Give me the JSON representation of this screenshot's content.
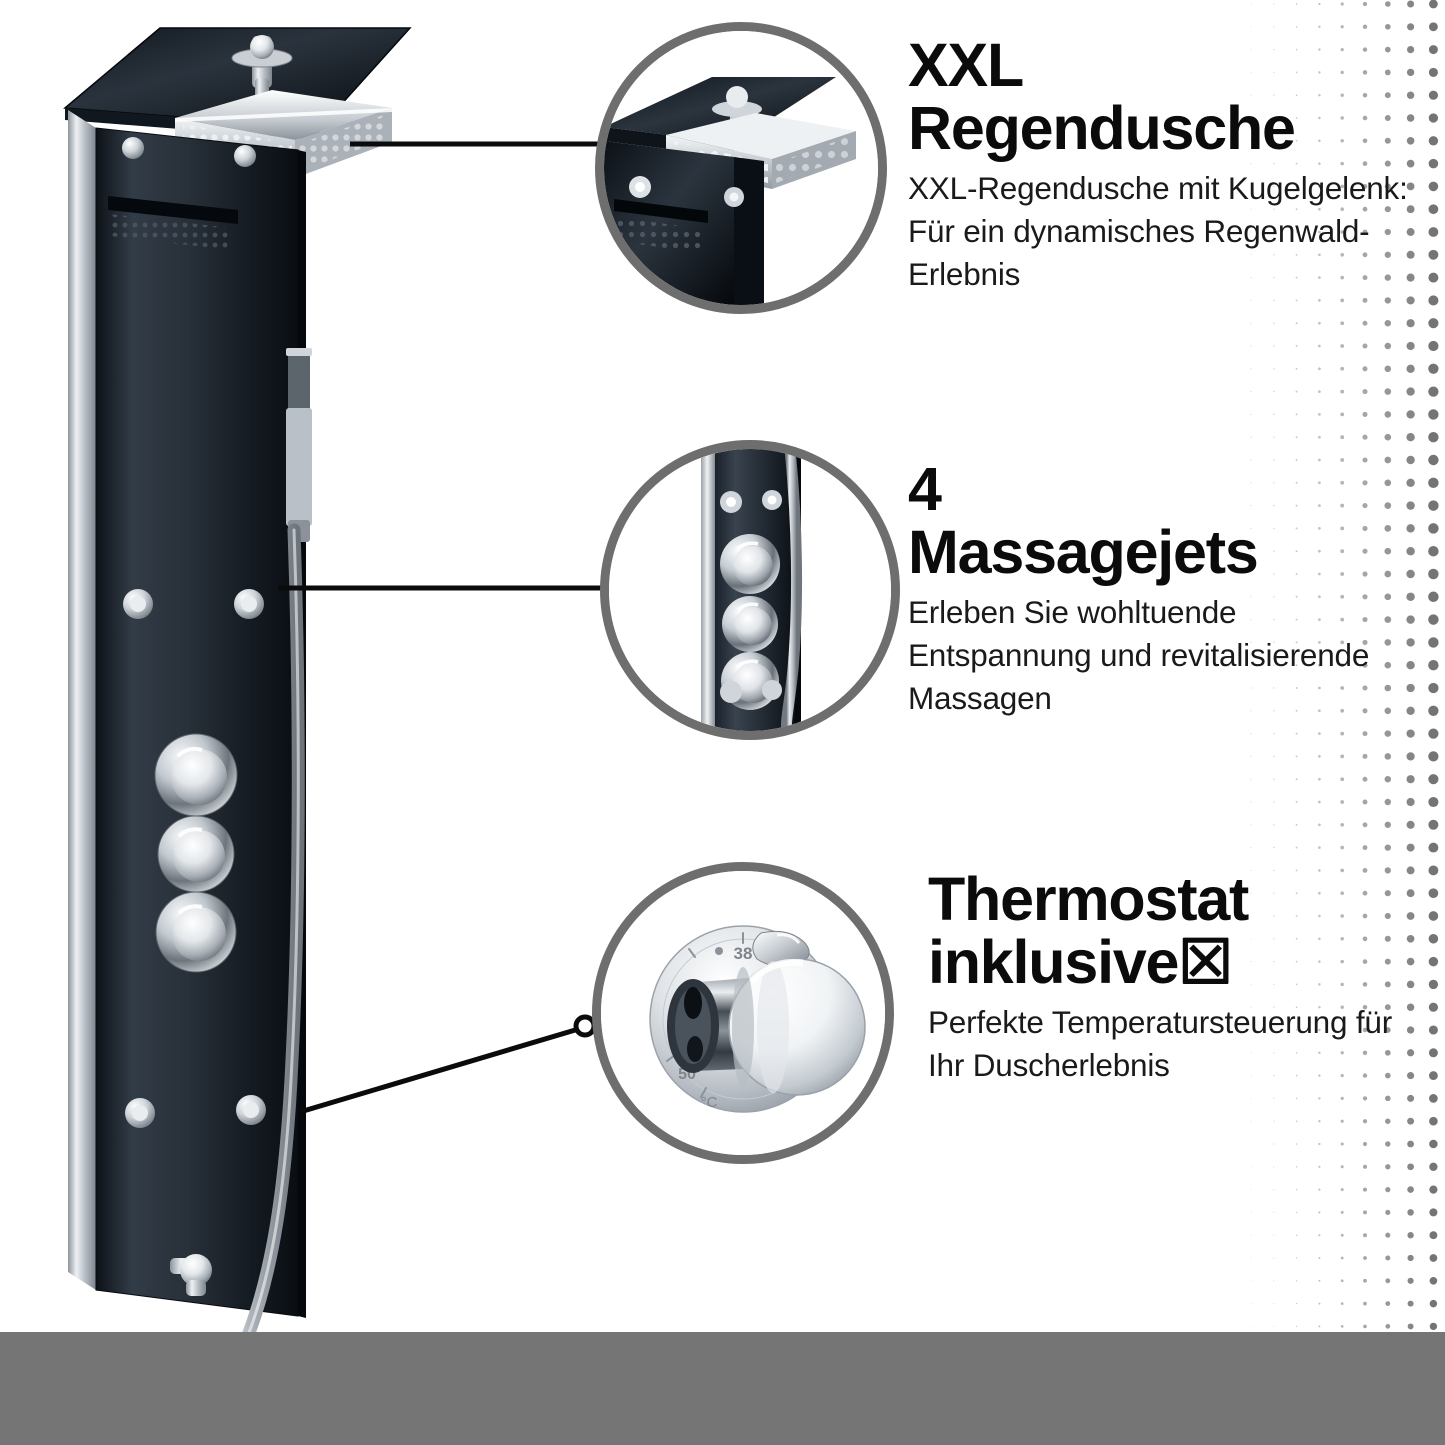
{
  "page": {
    "language": "de",
    "background_color": "#ffffff",
    "footer_band_color": "#757575",
    "callout_ring_color": "#6e6e6e",
    "connector_color": "#0b0b0b",
    "halftone_dot_color": "#6b6b6b"
  },
  "product": {
    "name": "shower-panel",
    "panel_color": "#151b23",
    "chrome_color": "#c9ced3",
    "parts": [
      "rain-shower-head",
      "massage-jets",
      "thermostat-knob",
      "volume-knob",
      "diverter-knob",
      "hand-shower-hose"
    ]
  },
  "features": [
    {
      "id": "xxl-regendusche",
      "heading_line1": "XXL",
      "heading_line2": "Regendusche",
      "body": "XXL-Regendusche mit Kugelgelenk: Für ein dynamisches Regenwald-Erlebnis",
      "callout_image": "rain-shower-head-closeup"
    },
    {
      "id": "massagejets",
      "heading_line1": "4",
      "heading_line2": "Massagejets",
      "body": "Erleben Sie wohltuende Entspannung und revitalisierende Massagen",
      "callout_image": "massage-jets-closeup"
    },
    {
      "id": "thermostat",
      "heading_line1": "Thermostat",
      "heading_line2": "inklusive☒",
      "body": "Perfekte Temperatursteuerung für Ihr Duscherlebnis",
      "callout_image": "thermostat-knob-closeup",
      "knob_markings": [
        "38",
        "50",
        "°C"
      ]
    }
  ]
}
